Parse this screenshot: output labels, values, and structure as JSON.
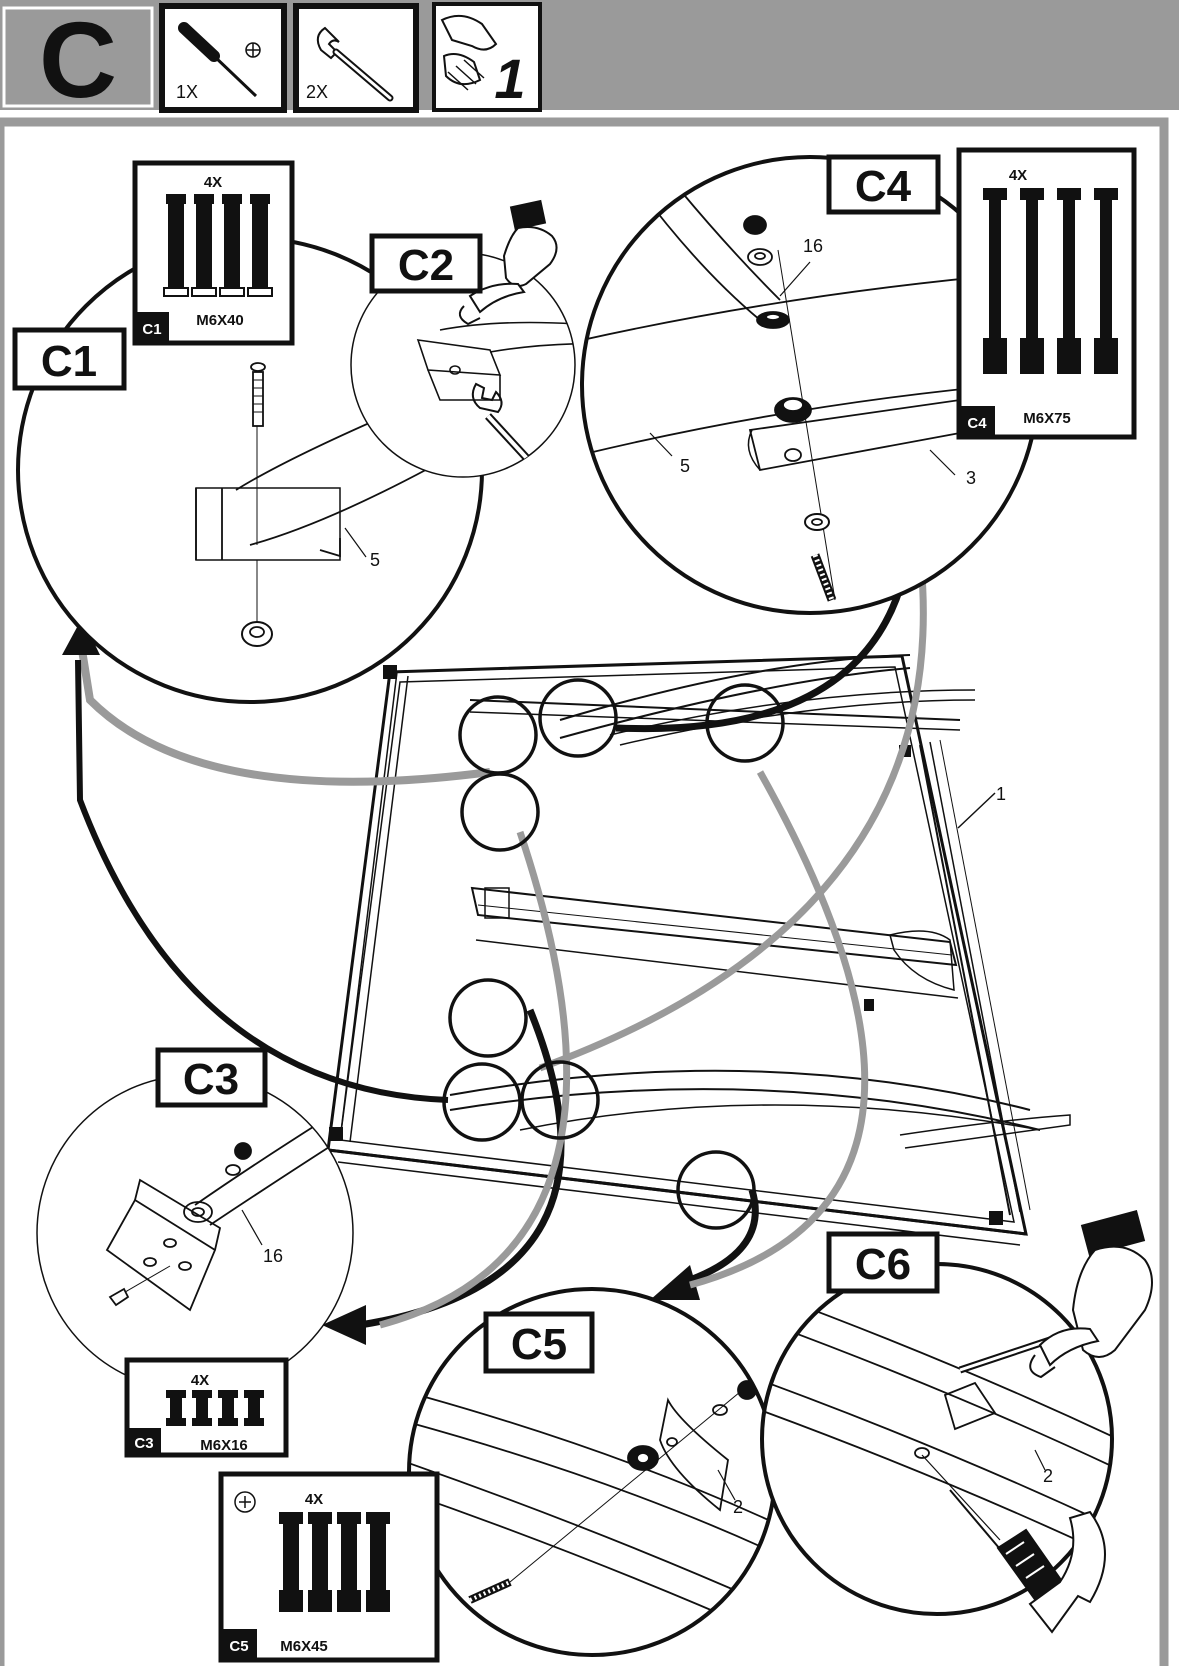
{
  "header": {
    "step_letter": "C",
    "tool_screwdriver_qty": "1X",
    "tool_wrench_qty": "2X",
    "persons_count": "1"
  },
  "steps": {
    "c1": "C1",
    "c2": "C2",
    "c3": "C3",
    "c4": "C4",
    "c5": "C5",
    "c6": "C6"
  },
  "hardware": {
    "c1": {
      "qty": "4X",
      "tag": "C1",
      "size": "M6X40"
    },
    "c3": {
      "qty": "4X",
      "tag": "C3",
      "size": "M6X16"
    },
    "c4": {
      "qty": "4X",
      "tag": "C4",
      "size": "M6X75"
    },
    "c5": {
      "qty": "4X",
      "tag": "C5",
      "size": "M6X45"
    }
  },
  "parts": {
    "p1": "1",
    "p2": "2",
    "p3": "3",
    "p5": "5",
    "p16": "16"
  },
  "colors": {
    "header_bar": "#9a9a9a",
    "arrow_dark": "#111111",
    "arrow_light": "#9a9a9a"
  }
}
